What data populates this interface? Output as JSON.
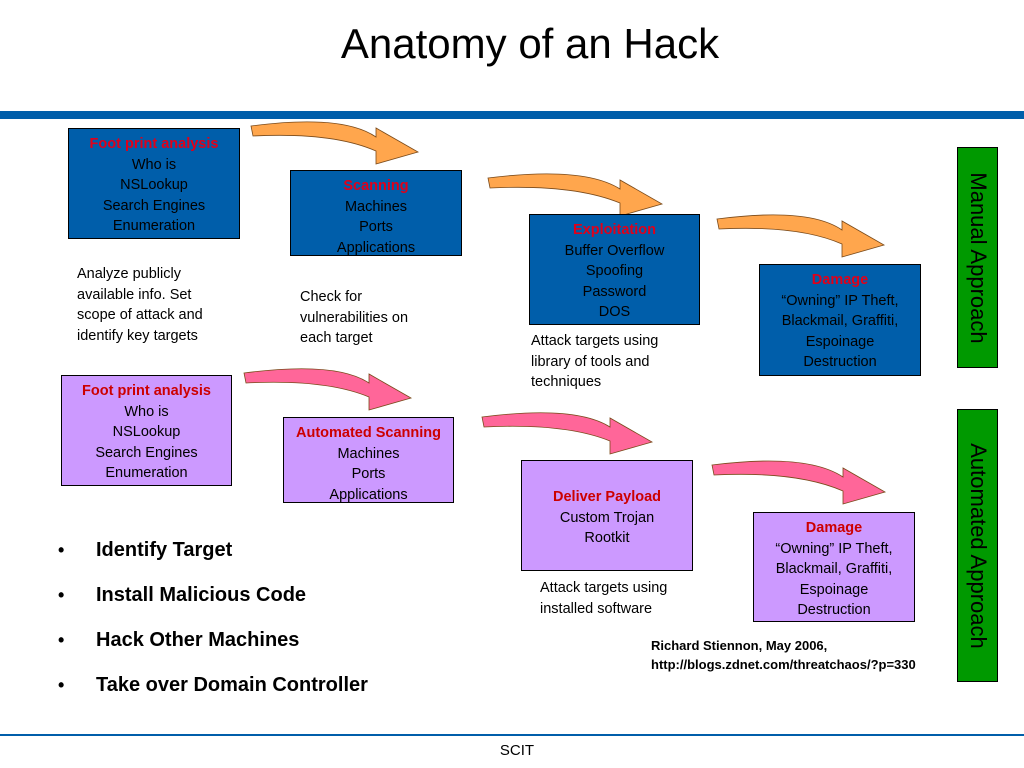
{
  "title": "Anatomy of an Hack",
  "footer": "SCIT",
  "colors": {
    "bar": "#005eaa",
    "manual_box": "#005eaa",
    "auto_box": "#cc99ff",
    "label_box": "#009900",
    "manual_arrow": "#ffa64d",
    "auto_arrow": "#ff6699"
  },
  "manual": {
    "footprint": {
      "head": "Foot print analysis",
      "lines": [
        "Who is",
        "NSLookup",
        "Search Engines",
        "Enumeration"
      ]
    },
    "scanning": {
      "head": "Scanning",
      "lines": [
        "Machines",
        "Ports",
        "Applications"
      ]
    },
    "exploitation": {
      "head": "Exploitation",
      "lines": [
        "Buffer Overflow",
        "Spoofing",
        "Password",
        "DOS"
      ]
    },
    "damage": {
      "head": "Damage",
      "lines": [
        "“Owning” IP Theft,",
        "Blackmail, Graffiti,",
        "Espoinage",
        "Destruction"
      ]
    }
  },
  "notes": {
    "footprint": [
      "Analyze publicly",
      "available info. Set",
      "scope of attack and",
      "identify key targets"
    ],
    "scanning": [
      "Check for",
      "vulnerabilities on",
      "each target"
    ],
    "exploitation": [
      "Attack targets using",
      "library of tools and",
      "techniques"
    ],
    "payload": [
      "Attack targets using",
      "installed software"
    ]
  },
  "automated": {
    "footprint": {
      "head": "Foot print analysis",
      "lines": [
        "Who is",
        "NSLookup",
        "Search Engines",
        "Enumeration"
      ]
    },
    "scanning": {
      "head": "Automated Scanning",
      "lines": [
        "Machines",
        "Ports",
        "Applications"
      ]
    },
    "payload": {
      "head": "Deliver Payload",
      "lines": [
        "Custom Trojan",
        "Rootkit"
      ]
    },
    "damage": {
      "head": "Damage",
      "lines": [
        "“Owning” IP Theft,",
        "Blackmail, Graffiti,",
        "Espoinage",
        "Destruction"
      ]
    }
  },
  "side_labels": {
    "manual": "Manual Approach",
    "automated": "Automated Approach"
  },
  "bullets": [
    "Identify Target",
    "Install Malicious Code",
    "Hack Other Machines",
    "Take over Domain Controller"
  ],
  "citation": [
    "Richard Stiennon, May 2006,",
    "http://blogs.zdnet.com/threatchaos/?p=330"
  ]
}
